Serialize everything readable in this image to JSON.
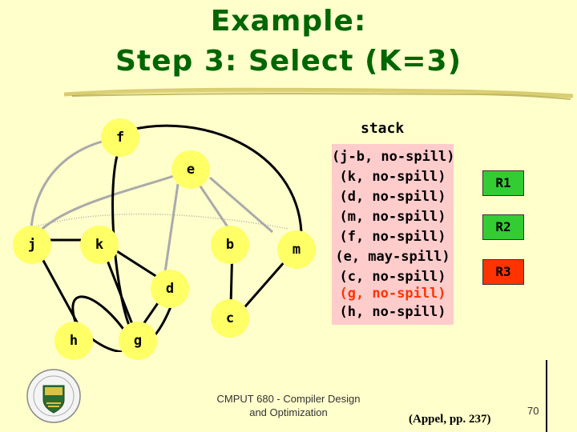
{
  "title": {
    "line1": "Example:",
    "line2": "Step 3: Select (K=3)"
  },
  "nodes": {
    "f": "f",
    "e": "e",
    "j": "j",
    "k": "k",
    "b": "b",
    "m": "m",
    "d": "d",
    "c": "c",
    "h": "h",
    "g": "g"
  },
  "stack": {
    "label": "stack",
    "items": [
      "(j-b, no-spill)",
      "(k, no-spill)",
      "(d, no-spill)",
      "(m, no-spill)",
      "(f, no-spill)",
      "(e, may-spill)",
      "(c, no-spill)",
      "(g, no-spill)",
      "(h, no-spill)"
    ]
  },
  "registers": [
    {
      "label": "R1",
      "color": "#33cc33"
    },
    {
      "label": "R2",
      "color": "#33cc33"
    },
    {
      "label": "R3",
      "color": "#ff3300"
    }
  ],
  "colors": {
    "background": "#ffffcc",
    "title": "#006600",
    "node_green": "#33cc33",
    "node_yellow": "#ffff66",
    "stack_bg": "#ffcccc",
    "highlight_red": "#ff3300"
  },
  "footer": {
    "line1": "CMPUT 680 - Compiler Design",
    "line2": "and Optimization"
  },
  "citation": "(Appel, pp. 237)",
  "page_number": "70"
}
